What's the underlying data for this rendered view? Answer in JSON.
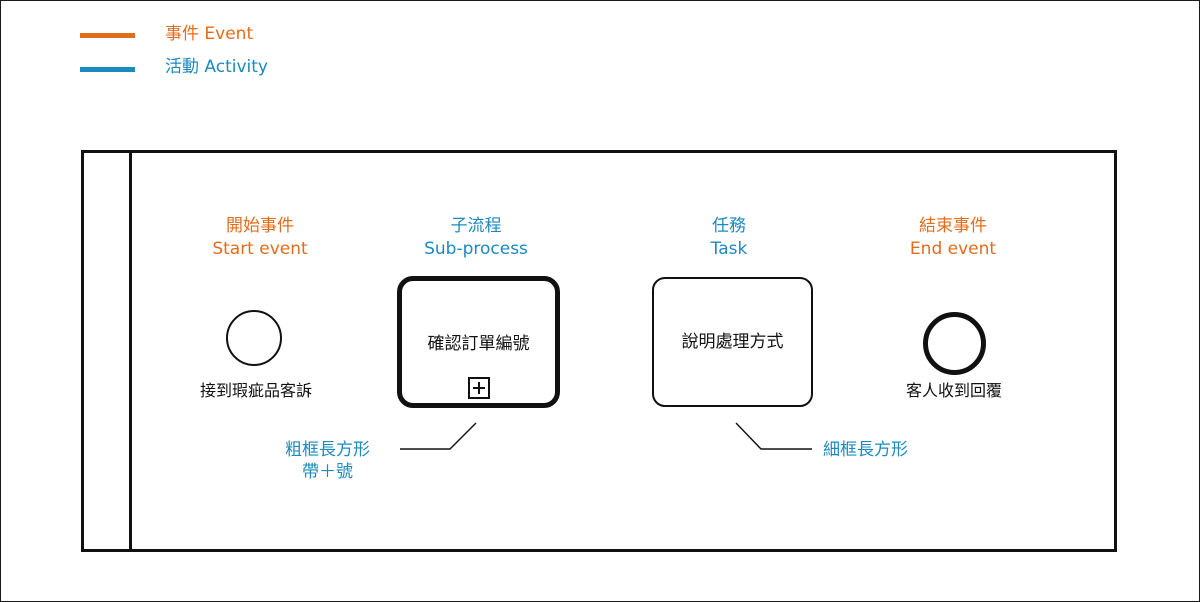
{
  "legend": [
    {
      "label": "事件 Event",
      "color": "#E36C1B"
    },
    {
      "label": "活動 Activity",
      "color": "#1B8ABF"
    }
  ],
  "start_event": {
    "type_zh": "開始事件",
    "type_en": "Start event",
    "caption": "接到瑕疵品客訴"
  },
  "sub_process": {
    "type_zh": "子流程",
    "type_en": "Sub-process",
    "text": "確認訂單編號",
    "marker_icon": "plus-icon"
  },
  "task": {
    "type_zh": "任務",
    "type_en": "Task",
    "text": "說明處理方式"
  },
  "end_event": {
    "type_zh": "結束事件",
    "type_en": "End event",
    "caption": "客人收到回覆"
  },
  "annotations": {
    "subprocess_note": [
      "粗框長方形",
      "帶＋號"
    ],
    "task_note": "細框長方形"
  },
  "colors": {
    "event": "#E36C1B",
    "activity": "#1B8ABF",
    "stroke": "#111111"
  }
}
